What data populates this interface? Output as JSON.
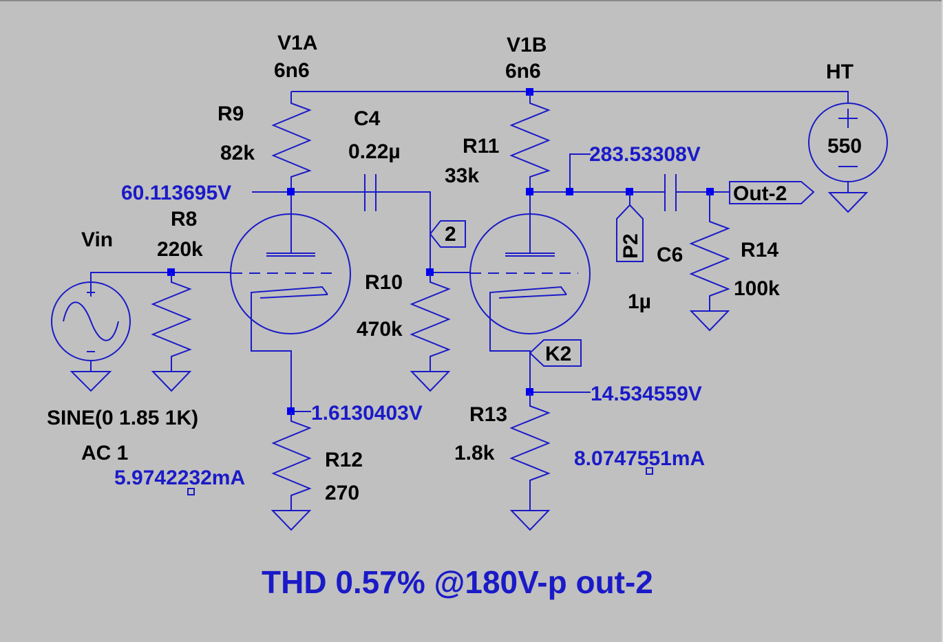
{
  "schematic": {
    "title": "THD 0.57% @180V-p out-2",
    "colors": {
      "background": "#c0c0c0",
      "wire": "#1a1ac8",
      "label": "#000000",
      "value": "#1a1ac8"
    },
    "tubes": {
      "v1a": {
        "name": "V1A",
        "model": "6n6"
      },
      "v1b": {
        "name": "V1B",
        "model": "6n6"
      }
    },
    "resistors": {
      "r8": {
        "name": "R8",
        "value": "220k"
      },
      "r9": {
        "name": "R9",
        "value": "82k"
      },
      "r10": {
        "name": "R10",
        "value": "470k"
      },
      "r11": {
        "name": "R11",
        "value": "33k"
      },
      "r12": {
        "name": "R12",
        "value": "270"
      },
      "r13": {
        "name": "R13",
        "value": "1.8k"
      },
      "r14": {
        "name": "R14",
        "value": "100k"
      }
    },
    "capacitors": {
      "c4": {
        "name": "C4",
        "value": "0.22µ"
      },
      "c6": {
        "name": "C6",
        "value": "1µ"
      }
    },
    "sources": {
      "vin": {
        "name": "Vin",
        "function": "SINE(0 1.85 1K)",
        "ac": "AC 1"
      },
      "ht": {
        "name": "HT",
        "value": "550"
      }
    },
    "probes": {
      "v1a_plate_voltage": "60.113695V",
      "v1a_cathode_voltage": "1.6130403V",
      "v1a_current": "5.9742232mA",
      "v1b_plate_voltage": "283.53308V",
      "v1b_cathode_voltage": "14.534559V",
      "v1b_current": "8.0747551mA"
    },
    "net_labels": {
      "grid2": "2",
      "k2": "K2",
      "p2": "P2",
      "out": "Out-2"
    }
  }
}
